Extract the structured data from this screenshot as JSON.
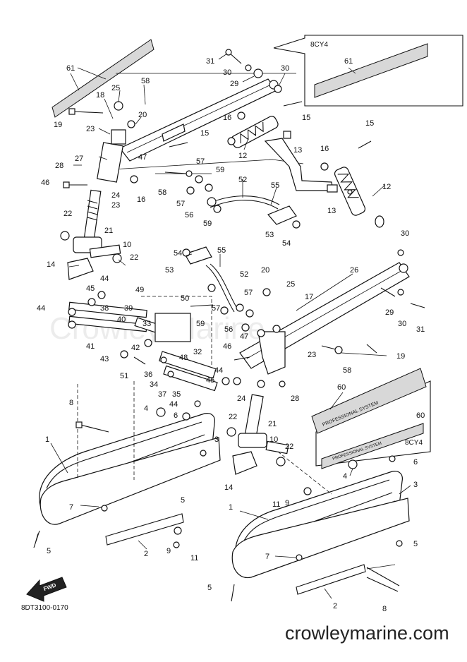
{
  "diagram": {
    "drawing_code": "8DT3100-0170",
    "website": "crowleymarine.com",
    "watermark": "Crowley Marine",
    "fwd_label": "FWD",
    "model_boxes": [
      {
        "id": "top-right",
        "tag": "8CY4",
        "callout": "61"
      },
      {
        "id": "bottom-right",
        "tag": "8CY4",
        "callout": "60"
      }
    ],
    "decal_text": "PROFESSIONAL SYSTEM",
    "callouts": [
      "31",
      "30",
      "30",
      "29",
      "61",
      "61",
      "25",
      "58",
      "18",
      "20",
      "19",
      "23",
      "16",
      "15",
      "15",
      "12",
      "13",
      "15",
      "16",
      "12",
      "27",
      "47",
      "57",
      "28",
      "59",
      "52",
      "55",
      "46",
      "24",
      "23",
      "16",
      "58",
      "57",
      "56",
      "59",
      "13",
      "22",
      "21",
      "53",
      "54",
      "30",
      "10",
      "22",
      "14",
      "54",
      "55",
      "53",
      "52",
      "26",
      "44",
      "45",
      "49",
      "20",
      "25",
      "17",
      "44",
      "38",
      "39",
      "40",
      "33",
      "50",
      "59",
      "57",
      "57",
      "47",
      "56",
      "29",
      "30",
      "31",
      "41",
      "43",
      "42",
      "46",
      "32",
      "23",
      "19",
      "58",
      "51",
      "36",
      "34",
      "48",
      "44",
      "45",
      "24",
      "28",
      "35",
      "37",
      "44",
      "60",
      "4",
      "6",
      "8",
      "22",
      "21",
      "10",
      "22",
      "3",
      "1",
      "7",
      "14",
      "4",
      "6",
      "3",
      "5",
      "11",
      "9",
      "5",
      "7",
      "1",
      "5",
      "2",
      "9",
      "11",
      "5",
      "8",
      "2",
      "60"
    ]
  }
}
